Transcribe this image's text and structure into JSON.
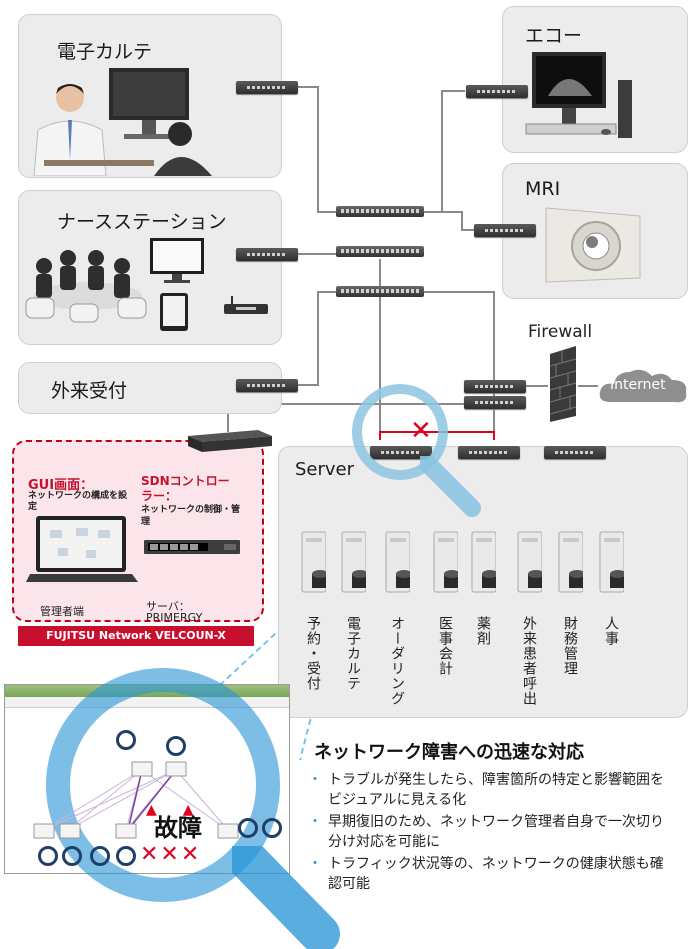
{
  "panels": {
    "emr": {
      "title": "電子カルテ"
    },
    "nurse": {
      "title": "ナースステーション"
    },
    "outpatient": {
      "title": "外来受付"
    },
    "echo": {
      "title": "エコー"
    },
    "mri": {
      "title": "MRI"
    },
    "server": {
      "title": "Server"
    }
  },
  "firewall_label": "Firewall",
  "internet_label": "Internet",
  "velcoun": {
    "gui_title": "GUI画面：",
    "gui_desc": "ネットワークの構成を設定",
    "sdn_title": "SDNコントローラー：",
    "sdn_desc": "ネットワークの制御・管理",
    "admin_label": "管理者端",
    "server_label": "サーバ：",
    "server_model": "PRIMERGY",
    "brand": "FUJITSU Network VELCOUN-X"
  },
  "servers": [
    {
      "label": "予約・受付"
    },
    {
      "label": "電子カルテ"
    },
    {
      "label": "オーダリング"
    },
    {
      "label": "医事会計"
    },
    {
      "label": "薬剤"
    },
    {
      "label": "外来患者呼出"
    },
    {
      "label": "財務管理"
    },
    {
      "label": "人事"
    }
  ],
  "failure_label": "故障",
  "heading": "ネットワーク障害への迅速な対応",
  "bullets": [
    "トラブルが発生したら、障害箇所の特定と影響範囲をビジュアルに見える化",
    "早期復旧のため、ネットワーク管理者自身で一次切り分け対応を可能に",
    "トラフィック状況等の、ネットワークの健康状態も確認可能"
  ],
  "colors": {
    "accent": "#2c96d6",
    "alert": "#e00020",
    "brand_bar": "#c8102e",
    "panel": "#ececec"
  }
}
